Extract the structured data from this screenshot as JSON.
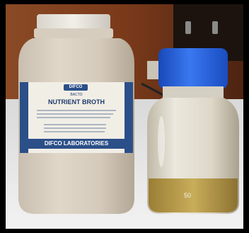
{
  "photo": {
    "large_jar": {
      "brand_badge": "DIFCO",
      "product_line": "BACTO",
      "product_name": "NUTRIENT BROTH",
      "manufacturer": "DIFCO LABORATORIES",
      "lid_color": "#e9e6df",
      "label_band_color": "#2b4f88"
    },
    "bottle": {
      "volume_mark": "50",
      "cap_color": "#1f5fe0",
      "liquid_color": "#b59a4a"
    },
    "colors": {
      "wall": "#7a3a1a",
      "table": "#ececec",
      "frame": "#000000"
    }
  }
}
